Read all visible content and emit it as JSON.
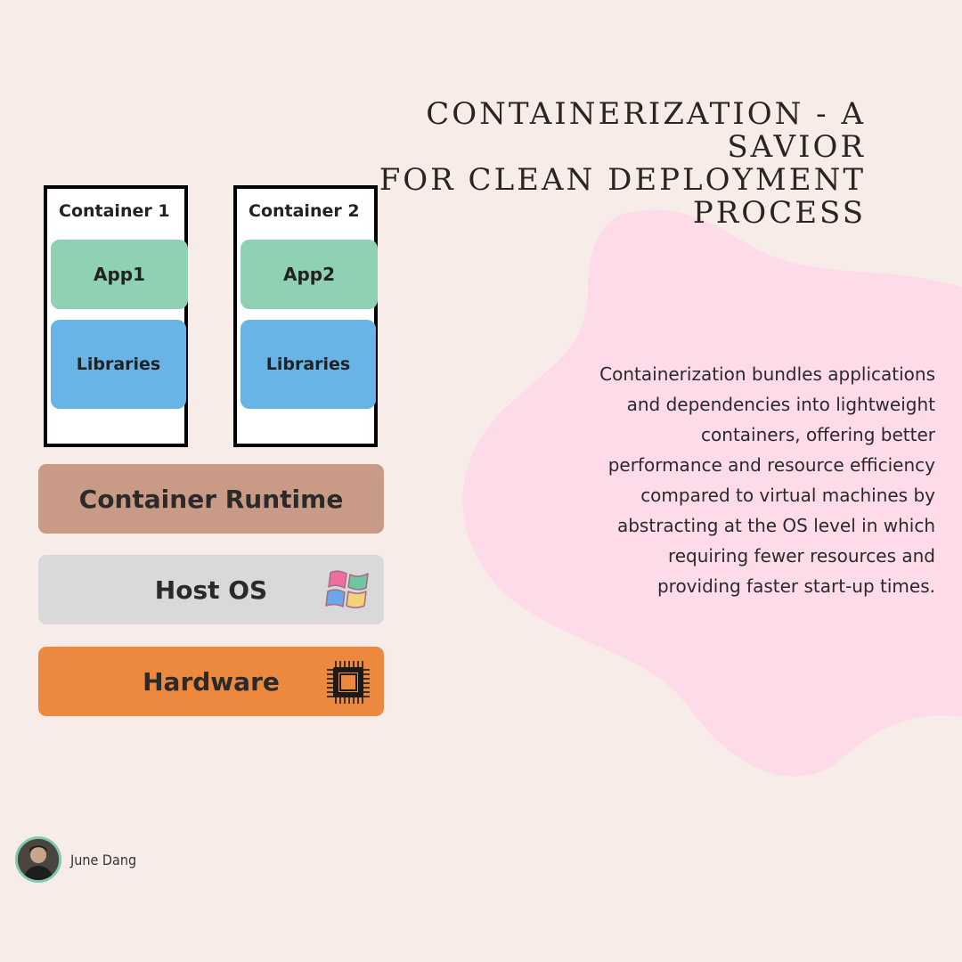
{
  "title": {
    "line1": "CONTAINERIZATION - A SAVIOR",
    "line2": "FOR CLEAN DEPLOYMENT",
    "line3": "PROCESS"
  },
  "diagram": {
    "containers": [
      {
        "label": "Container 1",
        "app": "App1",
        "libraries": "Libraries"
      },
      {
        "label": "Container 2",
        "app": "App2",
        "libraries": "Libraries"
      }
    ],
    "layers": {
      "runtime": "Container Runtime",
      "host_os": "Host OS",
      "hardware": "Hardware"
    },
    "icons": {
      "host_os": "windows-logo-icon",
      "hardware": "cpu-chip-icon"
    },
    "colors": {
      "app": "#8fd1b2",
      "libraries": "#68b4e6",
      "runtime": "#c99b86",
      "host_os": "#d9d9d9",
      "hardware": "#ed893f",
      "blob": "#fddbe9",
      "background": "#f8ece9"
    }
  },
  "description": "Containerization bundles applications and dependencies into lightweight containers, offering better performance and resource efficiency compared to virtual machines by abstracting at the OS level in which requiring fewer resources and providing faster start-up times.",
  "author": {
    "name": "June Dang"
  }
}
